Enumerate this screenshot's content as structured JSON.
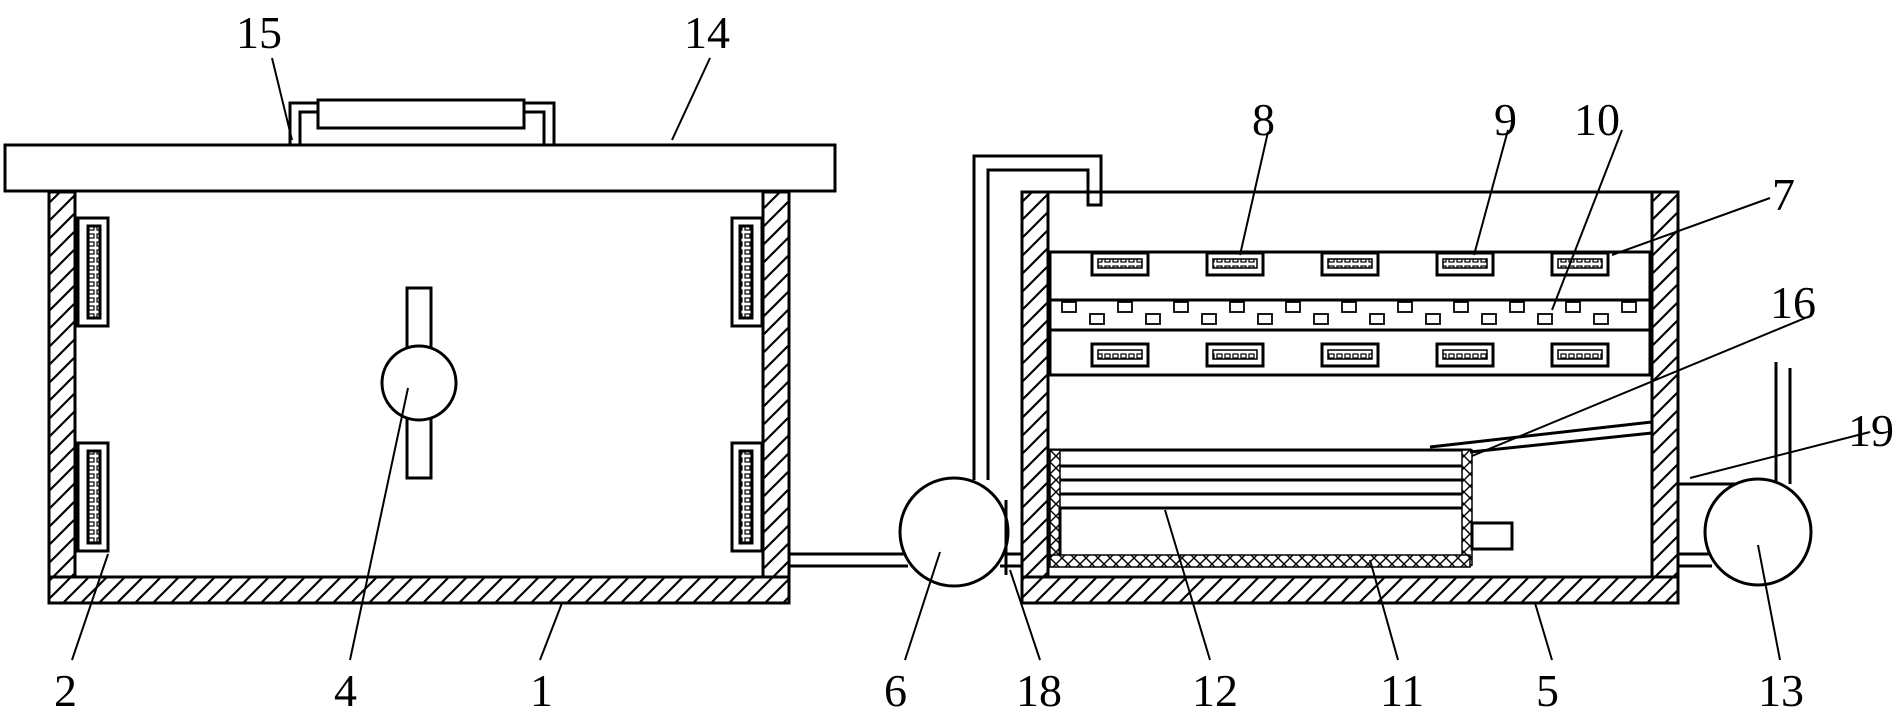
{
  "labels": {
    "l1": "1",
    "l2": "2",
    "l4": "4",
    "l5": "5",
    "l6": "6",
    "l7": "7",
    "l8": "8",
    "l9": "9",
    "l10": "10",
    "l11": "11",
    "l12": "12",
    "l13": "13",
    "l14": "14",
    "l15": "15",
    "l16": "16",
    "l18": "18",
    "l19": "19"
  },
  "colors": {
    "stroke": "#000000",
    "background": "#ffffff"
  }
}
